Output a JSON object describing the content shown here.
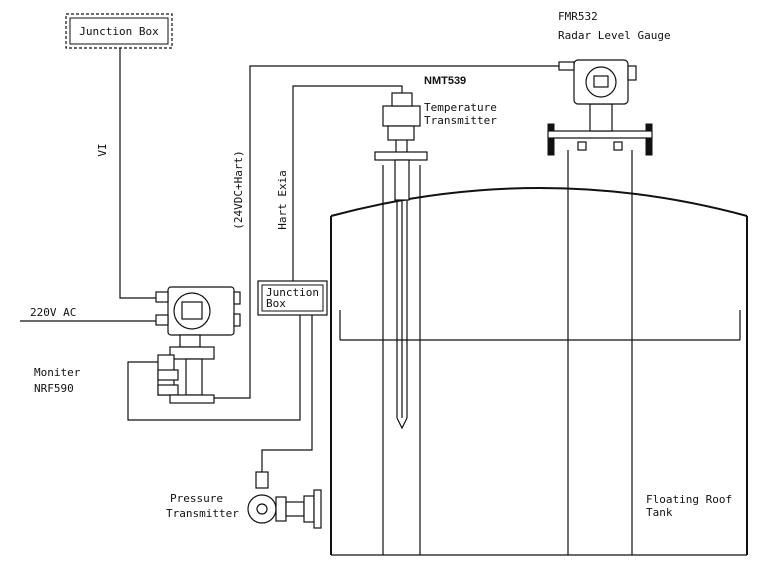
{
  "labels": {
    "junction_box_top": "Junction Box",
    "junction_box_mid_line1": "Junction",
    "junction_box_mid_line2": "Box",
    "vi": "VI",
    "power_220v": "220V AC",
    "loop_24vdc": "(24VDC+Hart)",
    "hart_exia": "Hart Exia",
    "monitor_line1": "Moniter",
    "monitor_line2": "NRF590",
    "temp_model": "NMT539",
    "temp_line1": "Temperature",
    "temp_line2": "Transmitter",
    "radar_model": "FMR532",
    "radar_line2": "Radar Level Gauge",
    "pressure_line1": "Pressure",
    "pressure_line2": "Transmitter",
    "tank_line1": "Floating Roof",
    "tank_line2": "Tank"
  }
}
